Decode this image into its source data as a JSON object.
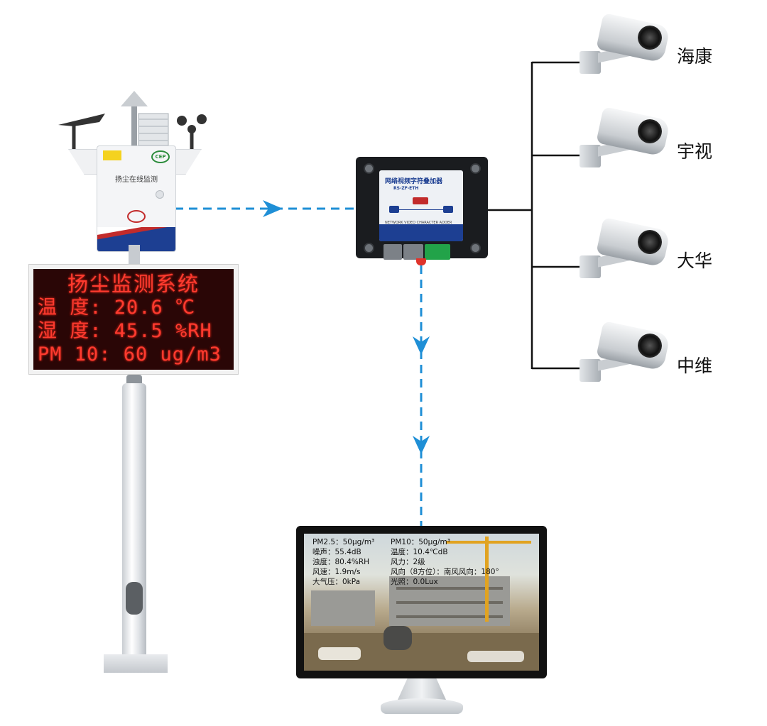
{
  "led_panel": {
    "title": "扬尘监测系统",
    "rows": [
      "温  度:  20.6  ℃",
      "湿  度:  45.5  %RH",
      "PM 10:  60 ug/m3"
    ]
  },
  "station_box": {
    "label": "扬尘在线监测",
    "cert": "CEP"
  },
  "adder": {
    "title": "网络视频字符叠加器",
    "model": "RS-ZF-ETH",
    "caption": "NETWORK VIDEO CHARACTER ADDER"
  },
  "cameras": [
    {
      "label": "海康"
    },
    {
      "label": "宇视"
    },
    {
      "label": "大华"
    },
    {
      "label": "中维"
    }
  ],
  "overlay": {
    "rows": [
      [
        "PM2.5：50μg/m³",
        "PM10：50μg/m³"
      ],
      [
        "噪声：55.4dB",
        "温度：10.4℃dB"
      ],
      [
        "浊度：80.4%RH",
        "风力：2级"
      ],
      [
        "风速：1.9m/s",
        "风向（8方位）：南风风向：180°"
      ],
      [
        "大气压：0kPa",
        "光照：0.0Lux"
      ]
    ]
  },
  "colors": {
    "flow_arrow": "#1f8fd6",
    "led_text": "#ff3b2f",
    "brand_blue": "#1d3f92"
  }
}
